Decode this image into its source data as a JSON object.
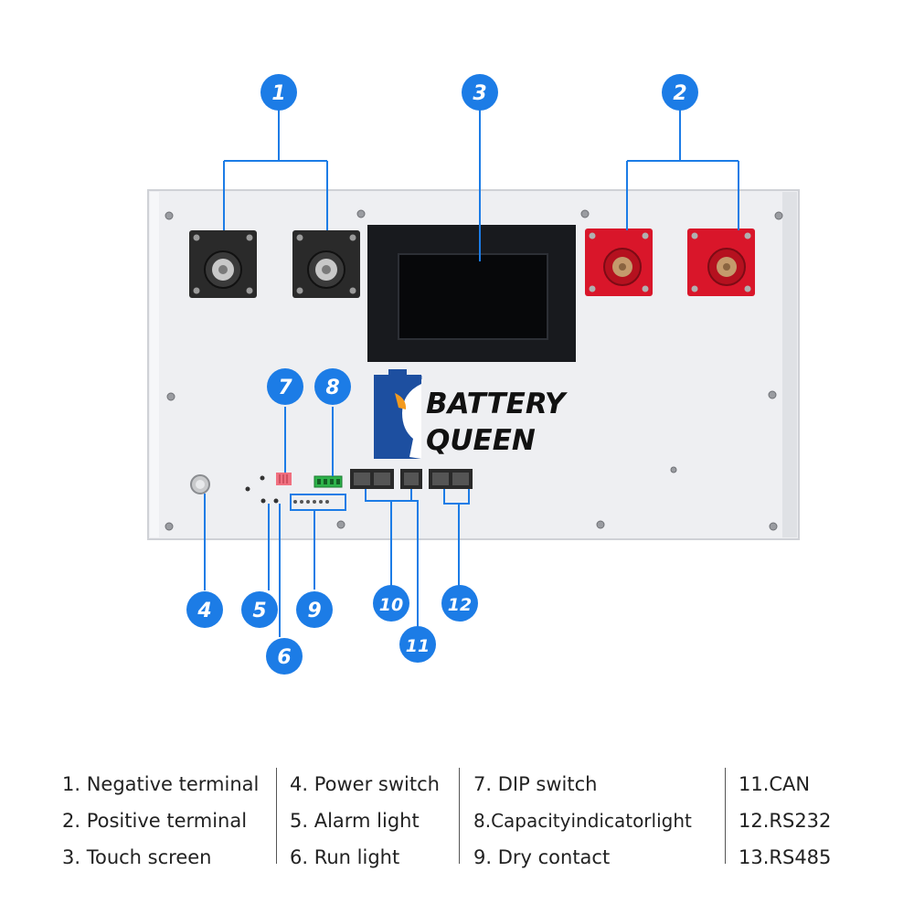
{
  "brand": {
    "line1": "BATTERY",
    "line2": "QUEEN",
    "registered": "®"
  },
  "colors": {
    "badge_blue": "#1c7ce6",
    "panel": "#eeeff2",
    "terminal_red": "#d9162a",
    "terminal_black": "#2a2a2a",
    "screen": "#181a1e",
    "logo_blue": "#1d4fa0",
    "logo_orange": "#f39a1e"
  },
  "callouts": [
    "1",
    "2",
    "3",
    "4",
    "5",
    "6",
    "7",
    "8",
    "9",
    "10",
    "11",
    "12"
  ],
  "legend": {
    "col1": [
      "1. Negative terminal",
      "2. Positive terminal",
      "3. Touch screen"
    ],
    "col2": [
      "4. Power switch",
      "5. Alarm light",
      "6. Run light"
    ],
    "col3": [
      "7. DIP switch",
      "8.Capacityindicatorlight",
      "9. Dry contact"
    ],
    "col4": [
      "11.CAN",
      "12.RS232",
      "13.RS485"
    ]
  }
}
